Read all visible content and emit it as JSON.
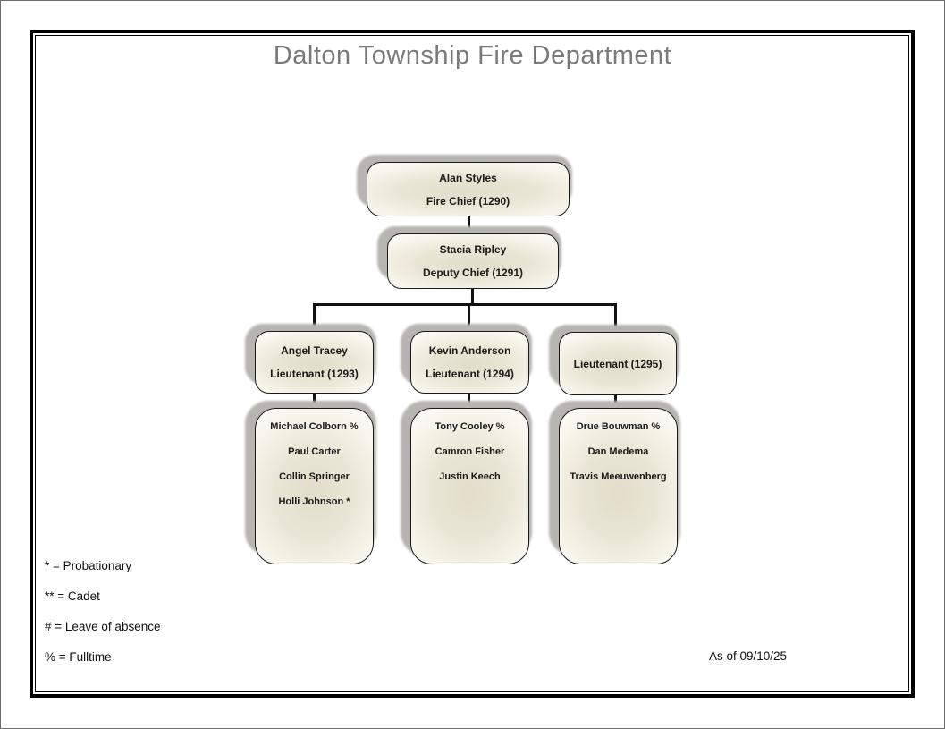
{
  "page": {
    "title": "Dalton Township Fire Department",
    "as_of": "As of 09/10/25"
  },
  "org": {
    "chief": {
      "name": "Alan Styles",
      "title": "Fire Chief (1290)"
    },
    "deputy": {
      "name": "Stacia Ripley",
      "title": "Deputy Chief (1291)"
    },
    "lieutenants": [
      {
        "name": "Angel Tracey",
        "title": "Lieutenant (1293)",
        "members": [
          "Michael Colborn %",
          "Paul Carter",
          "Collin Springer",
          "Holli Johnson *"
        ]
      },
      {
        "name": "Kevin Anderson",
        "title": "Lieutenant (1294)",
        "members": [
          "Tony Cooley %",
          "Camron Fisher",
          "Justin Keech"
        ]
      },
      {
        "name": "",
        "title": "Lieutenant (1295)",
        "members": [
          "Drue Bouwman %",
          "Dan Medema",
          "Travis Meeuwenberg"
        ]
      }
    ]
  },
  "legend": {
    "lines": [
      "* = Probationary",
      "** = Cadet",
      "# = Leave of absence",
      "% = Fulltime"
    ]
  },
  "colors": {
    "title_gray": "#7a7a7a",
    "box_fill_center": "#e2ddc9",
    "box_fill_edge": "#fbfaf5",
    "box_border": "#1a1a1a",
    "shadow_gray": "#b7b5b1",
    "connector": "#111111",
    "page_border": "#000000"
  }
}
